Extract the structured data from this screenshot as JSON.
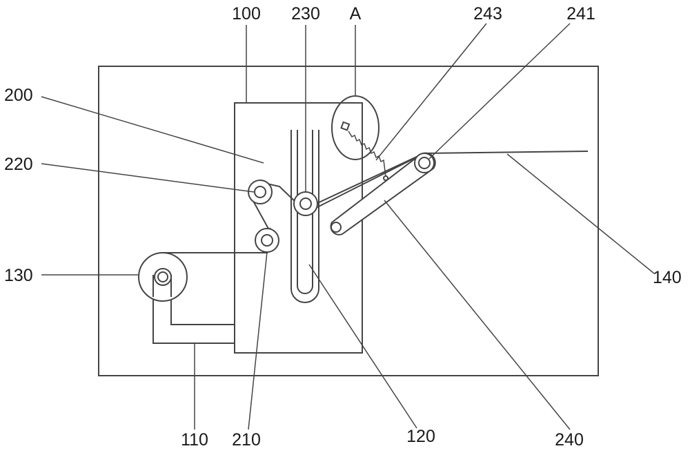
{
  "labels": {
    "l100": "100",
    "l230": "230",
    "lA": "A",
    "l243": "243",
    "l241": "241",
    "l200": "200",
    "l220": "220",
    "l130": "130",
    "l140": "140",
    "l110": "110",
    "l210": "210",
    "l120": "120",
    "l240": "240"
  }
}
